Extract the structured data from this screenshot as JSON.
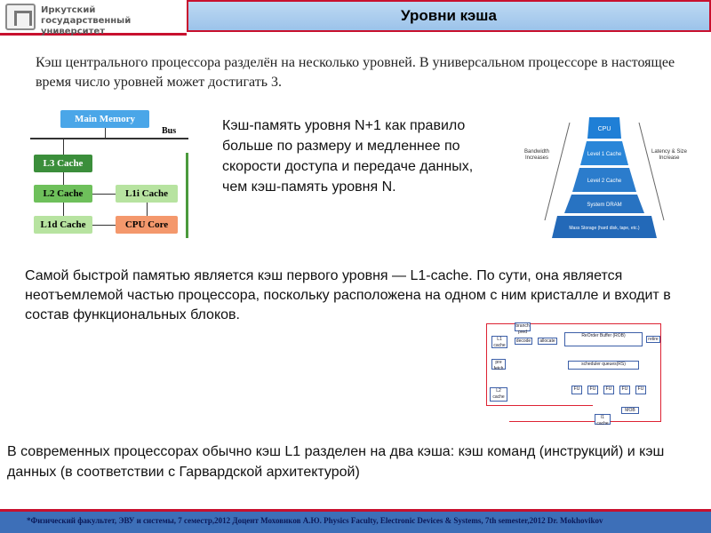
{
  "header": {
    "logo_line1": "Иркутский",
    "logo_line2": "государственный университет",
    "title": "Уровни кэша"
  },
  "intro_text": "Кэш центрального процессора разделён на несколько уровней. В универсальном процессоре в настоящее время число уровней может достигать 3.",
  "cache_diagram": {
    "main_memory": "Main Memory",
    "bus": "Bus",
    "l3": "L3 Cache",
    "l2": "L2 Cache",
    "l1i": "L1i Cache",
    "l1d": "L1d Cache",
    "cpu_core": "CPU Core"
  },
  "mid_text": "Кэш-память уровня N+1 как правило больше по размеру и медленнее по скорости доступа и передаче данных, чем кэш-память уровня N.",
  "pyramid": {
    "left_label": "Bandwidth Increases",
    "right_label": "Latency & Size Increase",
    "levels": [
      {
        "label": "CPU",
        "color": "#1f7fd6"
      },
      {
        "label": "Level 1 Cache",
        "color": "#2a86d8"
      },
      {
        "label": "Level 2 Cache",
        "color": "#2b7ccc"
      },
      {
        "label": "System DRAM",
        "color": "#2873c2"
      },
      {
        "label": "Mass Storage (hard disk, tape, etc.)",
        "color": "#2369b8"
      }
    ]
  },
  "para2": "Самой быстрой памятью является кэш первого уровня — L1-cache. По сути, она является неотъемлемой частью процессора, поскольку расположена на одном с ним кристалле и входит в состав функциональных блоков.",
  "pipeline": {
    "cache": "L1 cache",
    "branch_pred": "branch pred",
    "decode": "decode",
    "allocate": "allocate",
    "rob": "ReOrder Buffer (ROB)",
    "retire": "retire",
    "prefetch": "pre fetch",
    "scheduler": "scheduler queues(RS)",
    "fu": "FU",
    "l2": "L2 cache",
    "mob": "MOB",
    "dcache": "l1 cache"
  },
  "para3": "В современных процессорах обычно кэш L1 разделен на два кэша: кэш команд (инструкций) и кэш данных (в соответствии с Гарвардской архитектурой)",
  "footer_text": "*Физический факультет, ЭВУ и системы, 7 семестр,2012 Доцент Моховиков А.Ю.    Physics Faculty, Electronic Devices & Systems, 7th semester,2012  Dr. Mokhovikov"
}
